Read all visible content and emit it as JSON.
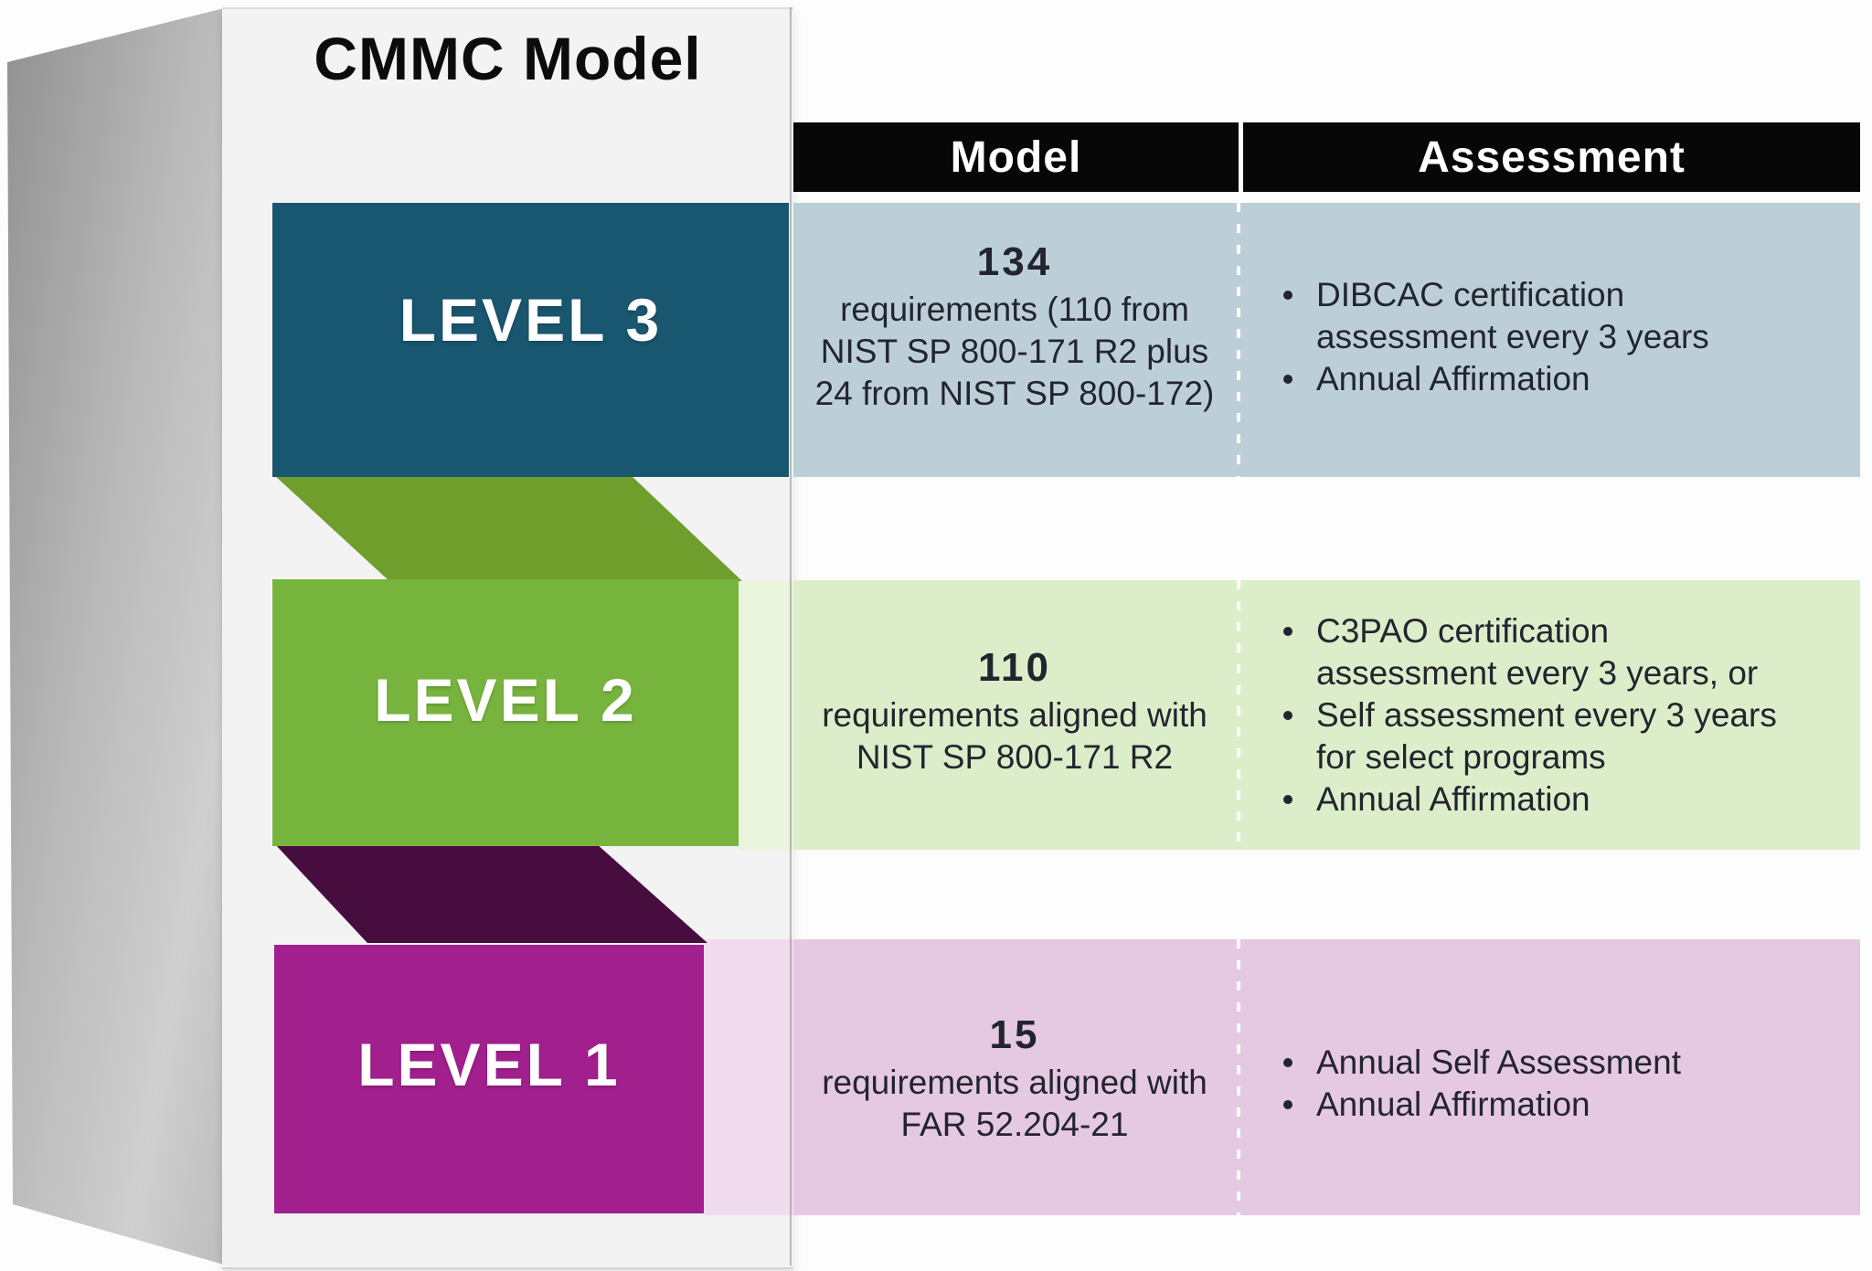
{
  "title": "CMMC Model",
  "columns": {
    "model": "Model",
    "assessment": "Assessment"
  },
  "colors": {
    "header_bg": "#070707",
    "header_text": "#ffffff",
    "level3_bar": "#19566f",
    "level2_bar": "#77b43d",
    "level1_bar": "#a1208e",
    "fold_green": "#6f9e2c",
    "fold_purple": "#470d3f",
    "level3_row": "#bccfd8",
    "level2_row": "#dcedca",
    "level1_row": "#e5c8e2",
    "level2_row_washed": "#ebf4dd",
    "level1_row_washed": "#f0dcee",
    "panel_bg": "#f3f3f4",
    "body_text": "#23252e"
  },
  "levels": [
    {
      "name": "LEVEL 3",
      "model_number": "134",
      "model_text": "requirements (110 from NIST SP 800-171 R2 plus 24 from NIST SP 800-172)",
      "assessment_items": [
        "DIBCAC certification assessment every 3 years",
        "Annual Affirmation"
      ]
    },
    {
      "name": "LEVEL 2",
      "model_number": "110",
      "model_text": "requirements aligned with NIST SP 800-171 R2",
      "assessment_items": [
        "C3PAO certification assessment every 3 years, or",
        "Self assessment every 3 years for select programs",
        "Annual Affirmation"
      ]
    },
    {
      "name": "LEVEL 1",
      "model_number": "15",
      "model_text": "requirements aligned with FAR 52.204-21",
      "assessment_items": [
        "Annual Self Assessment",
        "Annual Affirmation"
      ]
    }
  ]
}
